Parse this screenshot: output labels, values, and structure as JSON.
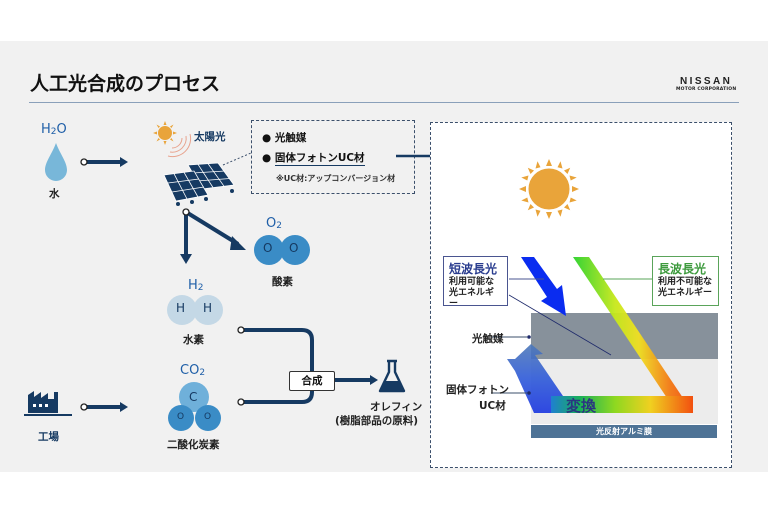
{
  "header": {
    "title": "人工光合成のプロセス",
    "logo": {
      "brand": "NISSAN",
      "sub": "MOTOR CORPORATION"
    }
  },
  "left_flow": {
    "water": {
      "formula_main": "H",
      "formula_sub": "2",
      "formula_tail": "O",
      "label": "水"
    },
    "sunlight": {
      "label": "太陽光"
    },
    "oxygen": {
      "formula_main": "O",
      "formula_sub": "2",
      "atoms": [
        "O",
        "O"
      ],
      "label": "酸素"
    },
    "hydrogen": {
      "formula_main": "H",
      "formula_sub": "2",
      "atoms": [
        "H",
        "H"
      ],
      "label": "水素"
    },
    "factory": {
      "label": "工場"
    },
    "co2": {
      "formula_main": "CO",
      "formula_sub": "2",
      "atoms": [
        "C",
        "O",
        "O"
      ],
      "label": "二酸化炭素"
    },
    "synthesis": {
      "label": "合成"
    },
    "olefin": {
      "label": "オレフィン",
      "sublabel": "(樹脂部品の原料)"
    }
  },
  "info_box": {
    "items": [
      "光触媒",
      "固体フォトンUC材"
    ],
    "bullet": "●",
    "note": "※UC材:アップコンバージョン材"
  },
  "mechanism": {
    "short_wave": {
      "title": "短波長光",
      "line1": "利用可能な",
      "line2": "光エネルギー"
    },
    "long_wave": {
      "title": "長波長光",
      "line1": "利用不可能な",
      "line2": "光エネルギー"
    },
    "layers": {
      "photocatalyst": "光触媒",
      "uc_material_line1": "固体フォトン",
      "uc_material_line2": "UC材",
      "aluminum": "光反射アルミ膜"
    },
    "conversion": "変換"
  },
  "colors": {
    "navy": "#163a62",
    "chem_blue": "#1f5fa8",
    "sun": "#e9a43a",
    "short_wave": "#0a2cf0",
    "long_wave_label": "#3d9a3d",
    "photocatalyst_layer": "#87919b",
    "uc_layer": "#ececec",
    "aluminum": "#4e7396"
  }
}
